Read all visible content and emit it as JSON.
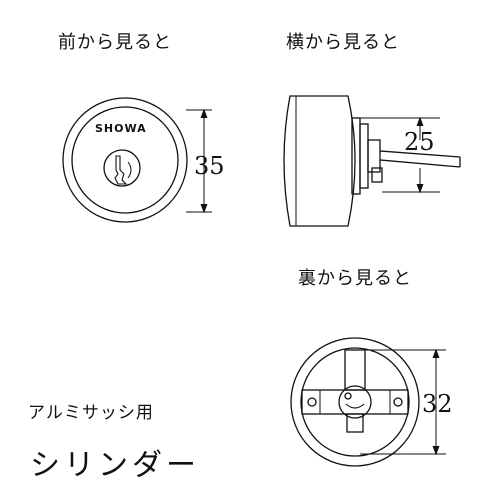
{
  "labels": {
    "front_view": "前から見ると",
    "side_view": "横から見ると",
    "back_view": "裏から見ると",
    "usage": "アルミサッシ用",
    "product": "シリンダー"
  },
  "brand": "SHOWA",
  "dimensions": {
    "front_diameter": "35",
    "side_length": "25",
    "back_diameter": "32"
  }
}
